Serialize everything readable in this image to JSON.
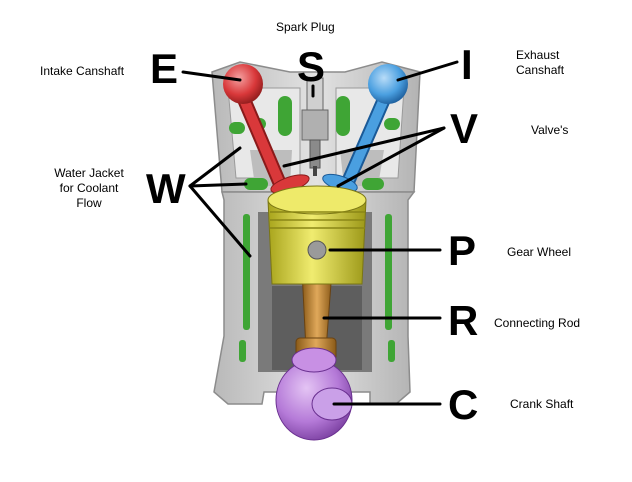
{
  "labels": {
    "spark_plug": "Spark Plug",
    "intake_camshaft": "Intake Canshaft",
    "exhaust_camshaft": [
      "Exhaust",
      "Canshaft"
    ],
    "valves": "Valve's",
    "water_jacket": [
      "Water Jacket",
      "for Coolant",
      "Flow"
    ],
    "gear_wheel": "Gear Wheel",
    "connecting_rod": "Connecting Rod",
    "crank_shaft": "Crank Shaft"
  },
  "letters": {
    "e": "E",
    "s": "S",
    "i": "I",
    "v": "V",
    "w": "W",
    "p": "P",
    "r": "R",
    "c": "C"
  },
  "colors": {
    "block": "#cfcfcf",
    "block_dark": "#8c8c8c",
    "coolant": "#3fa535",
    "intake": "#d9383a",
    "exhaust": "#4a9fe0",
    "piston": "#d8d43a",
    "rod": "#c98a30",
    "crank": "#b57ad8"
  }
}
